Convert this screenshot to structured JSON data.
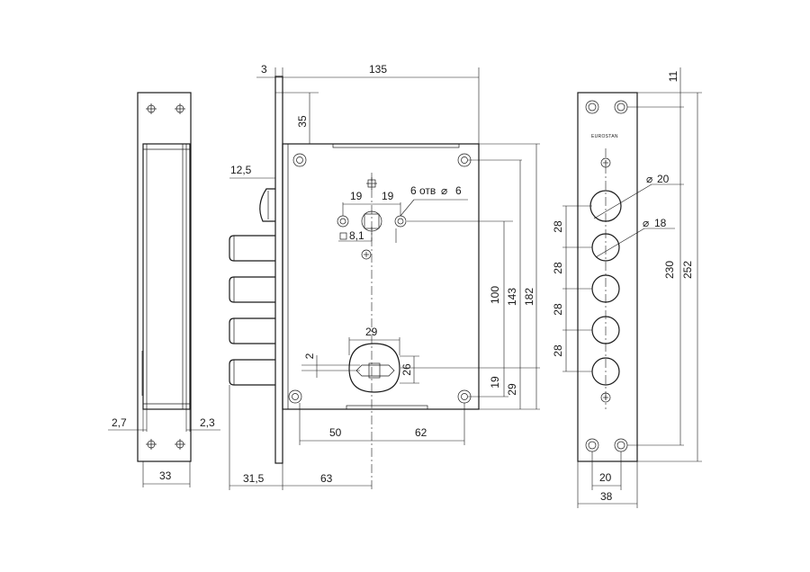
{
  "dimensions": {
    "d_3": "3",
    "d_135": "135",
    "d_35": "35",
    "d_12_5": "12,5",
    "d_19_left": "19",
    "d_19_right": "19",
    "d_holes": "6 отв",
    "d_holes_dia": "6",
    "d_square": "8,1",
    "d_100": "100",
    "d_143": "143",
    "d_182": "182",
    "d_29_top": "29",
    "d_2": "2",
    "d_26": "26",
    "d_19_v": "19",
    "d_29_v": "29",
    "d_50": "50",
    "d_62": "62",
    "d_31_5": "31,5",
    "d_63": "63",
    "d_2_7": "2,7",
    "d_2_3": "2,3",
    "d_33": "33",
    "d_11": "11",
    "d_20_dia": "20",
    "d_18_dia": "18",
    "d_28_1": "28",
    "d_28_2": "28",
    "d_28_3": "28",
    "d_28_4": "28",
    "d_230": "230",
    "d_252": "252",
    "d_20_h": "20",
    "d_38": "38"
  },
  "brand_mark": "EUROSTAN",
  "colors": {
    "line": "#1a1a1a",
    "background": "#ffffff"
  }
}
